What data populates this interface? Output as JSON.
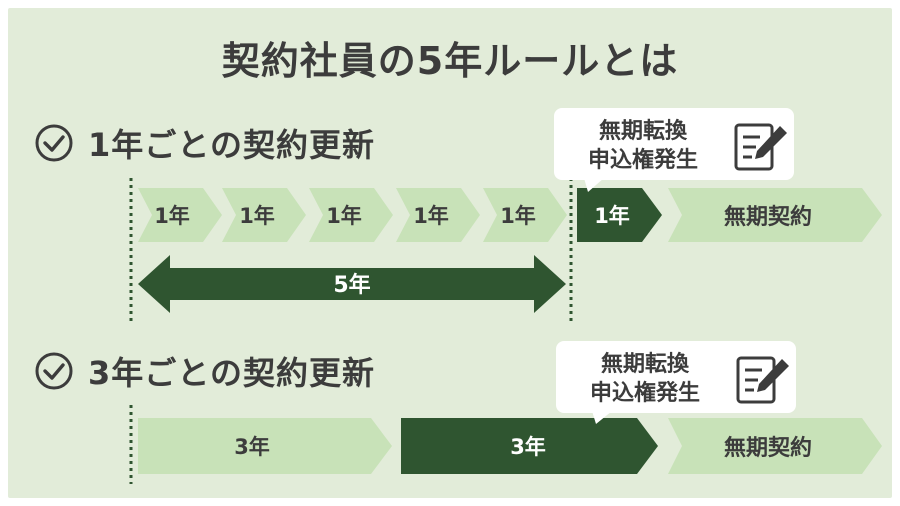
{
  "title": "契約社員の5年ルールとは",
  "colors": {
    "panel": "#e2ecd9",
    "light": "#c8e2b8",
    "dark": "#2f5530",
    "text": "#3c3c3c",
    "white": "#ffffff"
  },
  "sections": [
    {
      "heading": "1年ごとの契約更新",
      "callout": [
        "無期転換",
        "申込権発生"
      ],
      "terms": [
        "1年",
        "1年",
        "1年",
        "1年",
        "1年"
      ],
      "trigger_term": "1年",
      "final": "無期契約",
      "span_label": "5年"
    },
    {
      "heading": "3年ごとの契約更新",
      "callout": [
        "無期転換",
        "申込権発生"
      ],
      "terms": [
        "3年"
      ],
      "trigger_term": "3年",
      "final": "無期契約"
    }
  ]
}
